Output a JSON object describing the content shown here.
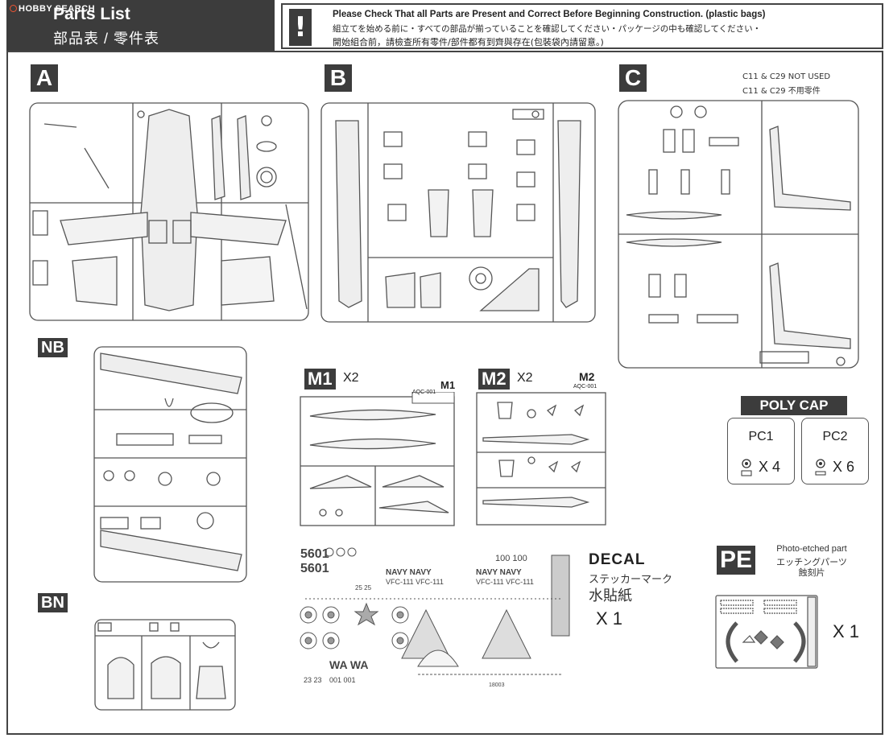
{
  "header": {
    "watermark": "HOBBY SEARCH",
    "title_en": "Parts List",
    "title_zh": "部品表 / 零件表"
  },
  "notice": {
    "icon": "exclamation-icon",
    "line_en": "Please Check That all Parts are Present and Correct Before Beginning Construction. (plastic bags)",
    "line_jp": "組立てを始める前に・すべての部品が揃っていることを確認してください・パッケージの中も確認してください・",
    "line_zh": "開始組合前，請檢查所有零件/部件都有到齊與存在(包裝袋內請留意。)"
  },
  "sprues": {
    "A": {
      "label": "A"
    },
    "B": {
      "label": "B"
    },
    "C": {
      "label": "C",
      "note_en": "C11 & C29 NOT USED",
      "note_zh": "C11 & C29 不用零件"
    },
    "NB": {
      "label": "NB"
    },
    "BN": {
      "label": "BN"
    },
    "M1": {
      "label": "M1",
      "count": "X2",
      "tag": "M1",
      "tag_sub": "AQC-001"
    },
    "M2": {
      "label": "M2",
      "count": "X2",
      "tag": "M2",
      "tag_sub": "AQC-001"
    }
  },
  "polycap": {
    "title": "POLY CAP",
    "items": [
      {
        "name": "PC1",
        "count": "X 4"
      },
      {
        "name": "PC2",
        "count": "X 6"
      }
    ]
  },
  "decal": {
    "title": "DECAL",
    "jp": "ステッカーマーク",
    "zh": "水貼紙",
    "count": "X 1",
    "sheet_texts": {
      "num1": "5601",
      "num2": "5601",
      "navy": "NAVY NAVY",
      "navy2": "NAVY NAVY",
      "vfc": "VFC-111 VFC-111",
      "vfc2": "VFC-111 VFC-111",
      "code": "100 100",
      "wawa": "WA WA",
      "n23": "23 23",
      "n001": "001 001",
      "n25": "25 25",
      "sheetno": "18003"
    }
  },
  "pe": {
    "label": "PE",
    "en": "Photo-etched part",
    "jp": "エッチングパーツ",
    "zh": "蝕刻片",
    "count": "X 1"
  },
  "colors": {
    "dark": "#3c3c3c",
    "line": "#555555"
  }
}
